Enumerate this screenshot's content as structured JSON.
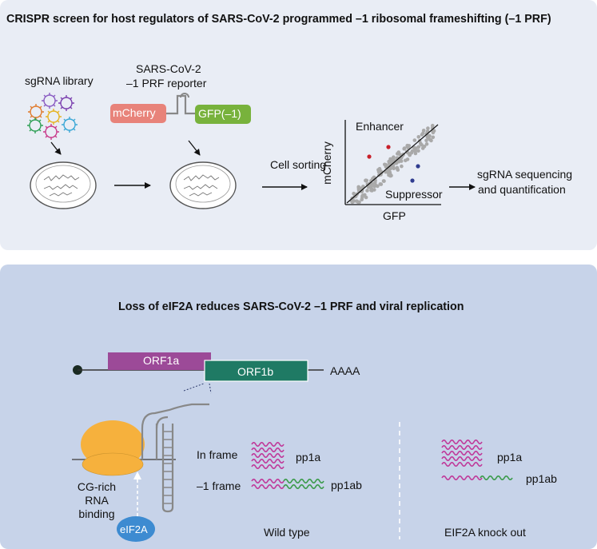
{
  "top": {
    "title": "CRISPR screen for host regulators of SARS-CoV-2 programmed –1 ribosomal frameshifting (–1 PRF)",
    "sgrna_library": "sgRNA library",
    "reporter_line1": "SARS-CoV-2",
    "reporter_line2": "–1 PRF reporter",
    "mcherry_box": "mCherry",
    "gfp_box": "GFP(–1)",
    "cell_sorting": "Cell sorting",
    "scatter": {
      "y_label": "mCherry",
      "x_label": "GFP",
      "enhancer": "Enhancer",
      "suppressor": "Suppressor"
    },
    "seq_line1": "sgRNA sequencing",
    "seq_line2": "and quantification"
  },
  "bottom": {
    "title": "Loss of eIF2A reduces SARS-CoV-2 –1 PRF and viral replication",
    "orf1a": "ORF1a",
    "orf1b": "ORF1b",
    "polya": "AAAA",
    "cg_line1": "CG-rich",
    "cg_line2": "RNA",
    "cg_line3": "binding",
    "eif2a": "eIF2A",
    "in_frame": "In frame",
    "minus1_frame": "–1 frame",
    "pp1a": "pp1a",
    "pp1ab": "pp1ab",
    "wild_type": "Wild type",
    "ko_pp1a": "pp1a",
    "ko_pp1ab": "pp1ab",
    "knockout": "EIF2A knock out"
  },
  "colors": {
    "orf1a": "#9c4a98",
    "orf1b": "#1f7a64",
    "mcherry": "#e8837a",
    "gfp": "#78b23c",
    "ribosome": "#f6b13d",
    "eif2a": "#3d8bd1",
    "magenta_wave": "#c0399a",
    "green_wave": "#3b9b4b",
    "enhancer": "#c8202a",
    "suppressor": "#2f3c8f"
  }
}
